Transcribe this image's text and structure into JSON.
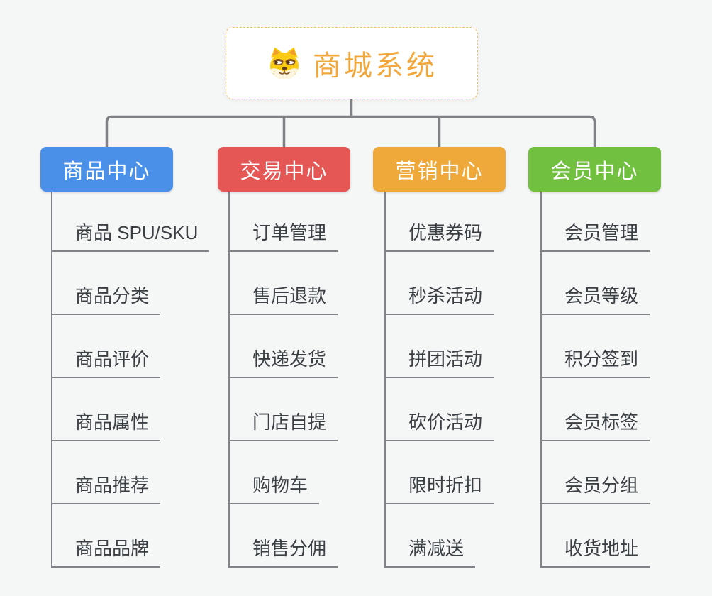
{
  "canvas_background": "#f5f6f6",
  "connector_color": "#7f8184",
  "root": {
    "title": "商城系统",
    "icon": "dog-icon",
    "text_color": "#f2a73d",
    "border_color": "#f0c06a"
  },
  "branches": [
    {
      "label": "商品中心",
      "color": "#4a90e8",
      "children": [
        "商品 SPU/SKU",
        "商品分类",
        "商品评价",
        "商品属性",
        "商品推荐",
        "商品品牌"
      ]
    },
    {
      "label": "交易中心",
      "color": "#e45754",
      "children": [
        "订单管理",
        "售后退款",
        "快递发货",
        "门店自提",
        "购物车",
        "销售分佣"
      ]
    },
    {
      "label": "营销中心",
      "color": "#efa93b",
      "children": [
        "优惠券码",
        "秒杀活动",
        "拼团活动",
        "砍价活动",
        "限时折扣",
        "满减送"
      ]
    },
    {
      "label": "会员中心",
      "color": "#71c040",
      "children": [
        "会员管理",
        "会员等级",
        "积分签到",
        "会员标签",
        "会员分组",
        "收货地址"
      ]
    }
  ]
}
